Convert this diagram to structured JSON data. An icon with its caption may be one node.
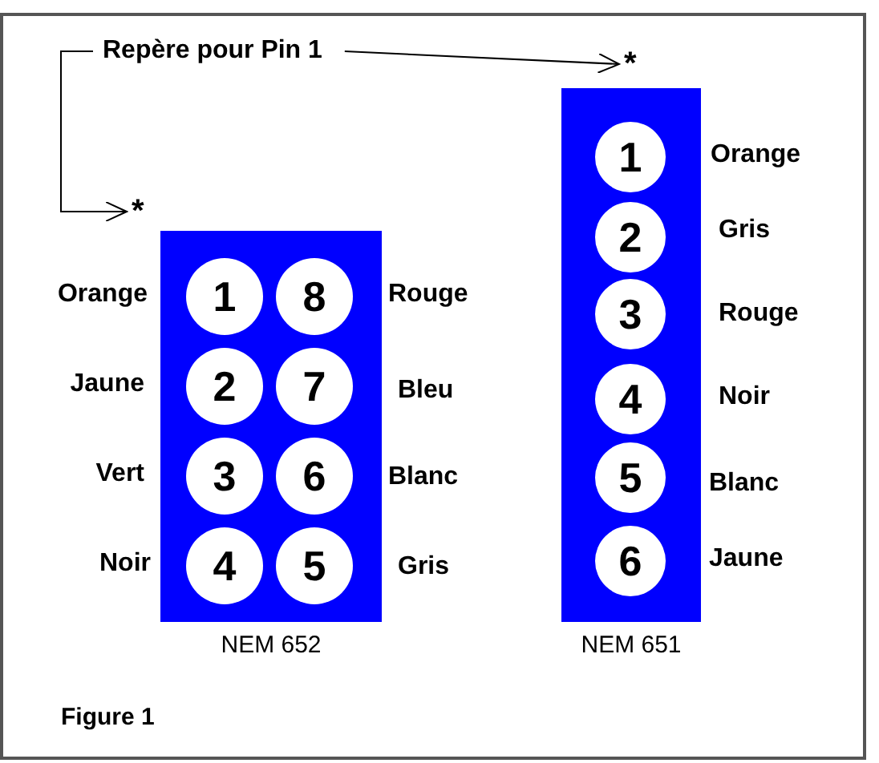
{
  "diagram": {
    "caption": "Figure 1",
    "nodes": [
      {
        "text": [
          "Repère pour Pin 1"
        ]
      },
      {
        "text": [
          "*"
        ]
      },
      {
        "text": [
          "*"
        ]
      },
      {
        "text": [
          "NEM 652"
        ]
      },
      {
        "text": [
          "1"
        ],
        "in": 3,
        "beside": [
          "Orange"
        ]
      },
      {
        "text": [
          "8"
        ],
        "in": 3,
        "beside": [
          "Rouge"
        ]
      },
      {
        "text": [
          "2"
        ],
        "in": 3,
        "beside": [
          "Jaune"
        ]
      },
      {
        "text": [
          "7"
        ],
        "in": 3,
        "beside": [
          "Bleu"
        ]
      },
      {
        "text": [
          "3"
        ],
        "in": 3,
        "beside": [
          "Vert"
        ]
      },
      {
        "text": [
          "6"
        ],
        "in": 3,
        "beside": [
          "Blanc"
        ]
      },
      {
        "text": [
          "4"
        ],
        "in": 3,
        "beside": [
          "Noir"
        ]
      },
      {
        "text": [
          "5"
        ],
        "in": 3,
        "beside": [
          "Gris"
        ]
      },
      {
        "text": [
          "NEM 651"
        ]
      },
      {
        "text": [
          "1"
        ],
        "in": 12,
        "beside": [
          "Orange"
        ]
      },
      {
        "text": [
          "2"
        ],
        "in": 12,
        "beside": [
          "Gris"
        ]
      },
      {
        "text": [
          "3"
        ],
        "in": 12,
        "beside": [
          "Rouge"
        ]
      },
      {
        "text": [
          "4"
        ],
        "in": 12,
        "beside": [
          "Noir"
        ]
      },
      {
        "text": [
          "5"
        ],
        "in": 12,
        "beside": [
          "Blanc"
        ]
      },
      {
        "text": [
          "6"
        ],
        "in": 12,
        "beside": [
          "Jaune"
        ]
      }
    ],
    "edges": [
      {
        "from": 0,
        "to": 1,
        "arrow": "to"
      },
      {
        "from": 0,
        "to": 2,
        "arrow": "to"
      }
    ]
  }
}
